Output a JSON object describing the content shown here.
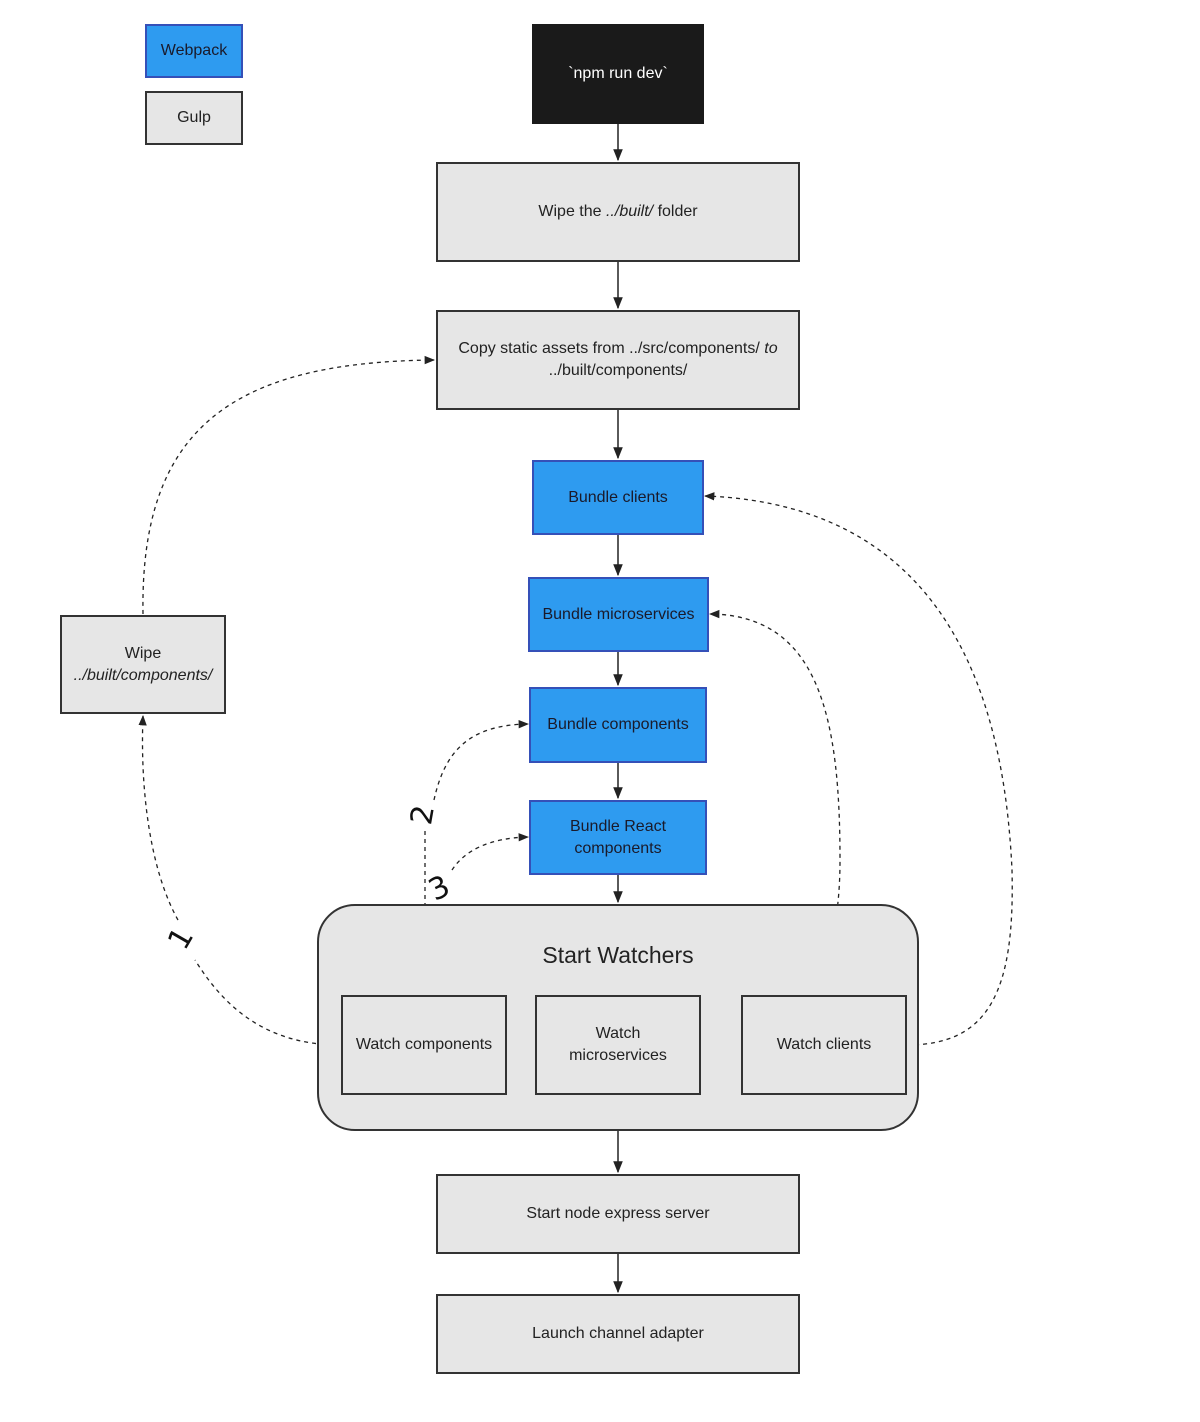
{
  "legend": {
    "webpack_label": "Webpack",
    "gulp_label": "Gulp"
  },
  "colors": {
    "webpack_fill": "#2e9bf0",
    "gulp_fill": "#e6e6e6",
    "command_fill": "#1a1a1a"
  },
  "nodes": {
    "npm_run_dev": "`npm run dev`",
    "wipe_built_prefix": "Wipe the ",
    "wipe_built_path": "../built/",
    "wipe_built_suffix": " folder",
    "copy_line1_prefix": "Copy static assets from ../src/components/ ",
    "copy_line1_to": "to",
    "copy_line2": "../built/components/",
    "bundle_clients": "Bundle clients",
    "bundle_microservices": "Bundle microservices",
    "bundle_components": "Bundle components",
    "bundle_react_line1": "Bundle React",
    "bundle_react_line2": "components",
    "start_watchers": "Start Watchers",
    "watch_components": "Watch components",
    "watch_microservices": "Watch microservices",
    "watch_clients": "Watch clients",
    "wipe_components_line1": "Wipe",
    "wipe_components_line2": "../built/components/",
    "start_server": "Start node express server",
    "launch_adapter": "Launch channel adapter"
  },
  "step_numbers": [
    "1",
    "2",
    "3"
  ]
}
